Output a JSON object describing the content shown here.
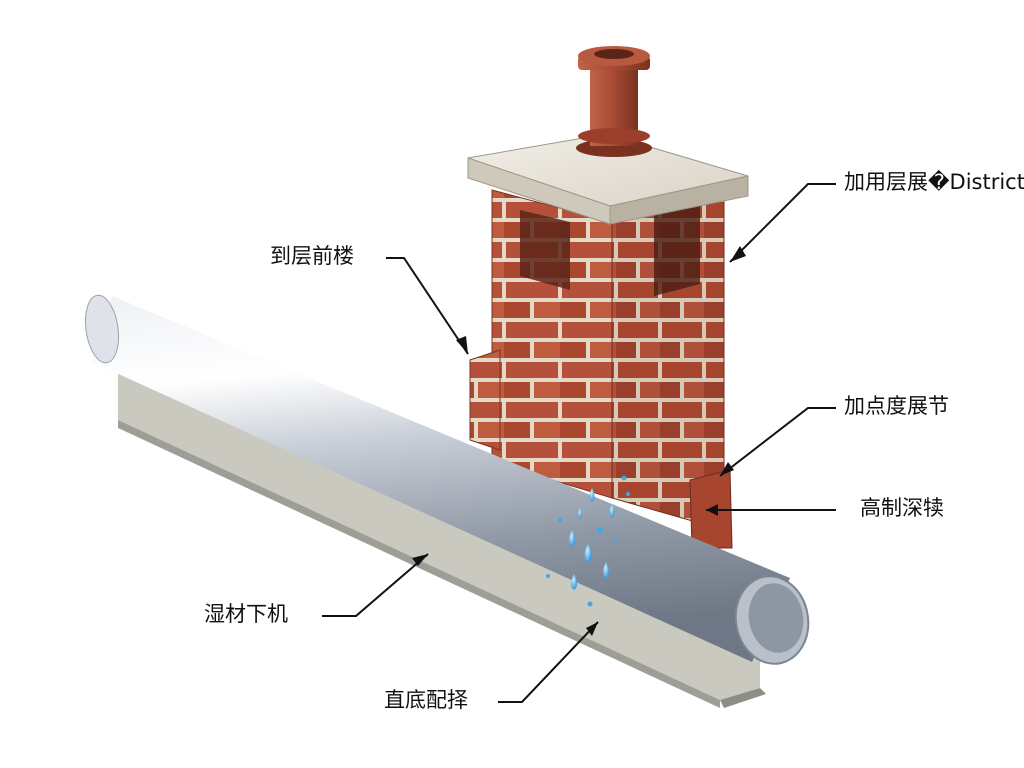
{
  "labels": {
    "chimney_cap": "加用层展�District",
    "brick_wall": "到层前楼",
    "flashing": "加点度展节",
    "joint": "高制深犊",
    "pipe": "湿材下机",
    "base": "直底配择"
  },
  "colors": {
    "brick": "#b5513a",
    "mortar": "#e4d8c6",
    "cap_stone": "#e6e1d6",
    "pot": "#a44a34",
    "pipe_metal": "#c4cad3",
    "base_concrete": "#c9c9c0",
    "water": "#3ea9e6",
    "leader_line": "#111111"
  },
  "icons": [
    "water-drop-icon"
  ]
}
